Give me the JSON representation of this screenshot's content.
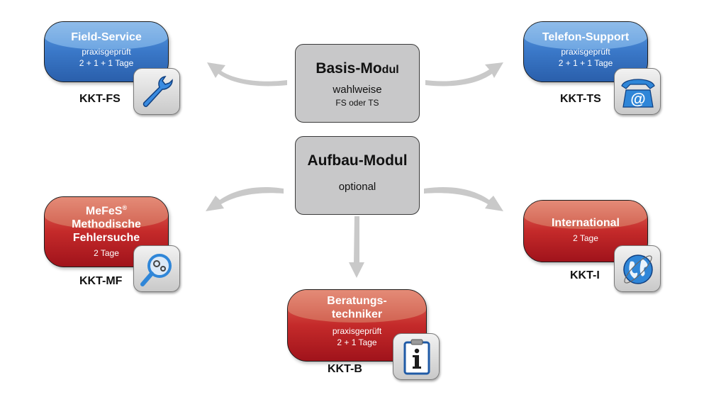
{
  "center": {
    "basis": {
      "title_big": "Basis-Mo",
      "title_small": "dul",
      "line1": "wahlweise",
      "line2": "FS oder TS"
    },
    "aufbau": {
      "title": "Aufbau-Modul",
      "line1": "optional"
    }
  },
  "modules": {
    "fs": {
      "title": "Field-Service",
      "line1": "praxisgeprüft",
      "line2": "2 + 1 + 1 Tage",
      "code": "KKT-FS",
      "icon": "wrench-icon",
      "color": "#3a78c8"
    },
    "ts": {
      "title": "Telefon-Support",
      "line1": "praxisgeprüft",
      "line2": "2 + 1 + 1 Tage",
      "code": "KKT-TS",
      "icon": "phone-at-icon",
      "color": "#3a78c8"
    },
    "mf": {
      "title1": "MeFeS",
      "title_sup": "®",
      "title2": "Methodische",
      "title3": "Fehlersuche",
      "line1": "2 Tage",
      "code": "KKT-MF",
      "icon": "magnifier-gears-icon",
      "color": "#c42a2a"
    },
    "i": {
      "title": "International",
      "line1": "2 Tage",
      "code": "KKT-I",
      "icon": "globe-icon",
      "color": "#c42a2a"
    },
    "b": {
      "title1": "Beratungs-",
      "title2": "techniker",
      "line1": "praxisgeprüft",
      "line2": "2 + 1 Tage",
      "code": "KKT-B",
      "icon": "info-clipboard-icon",
      "color": "#c42a2a"
    }
  }
}
